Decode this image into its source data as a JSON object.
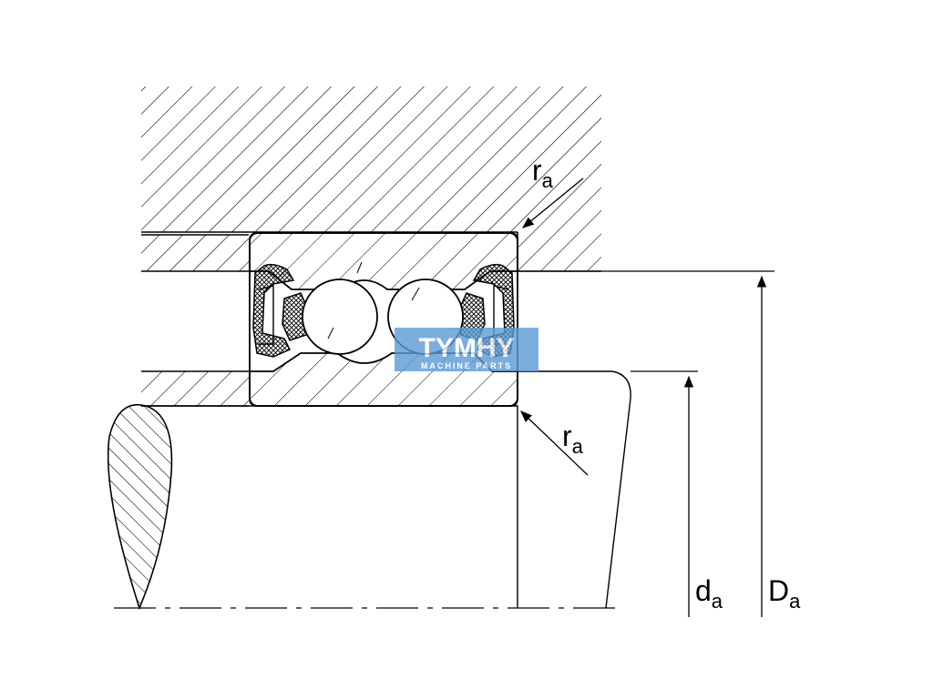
{
  "labels": {
    "ra_top": {
      "base": "r",
      "sub": "a"
    },
    "ra_bottom": {
      "base": "r",
      "sub": "a"
    },
    "da": {
      "base": "d",
      "sub": "a"
    },
    "Da": {
      "base": "D",
      "sub": "a"
    }
  },
  "watermark": {
    "main": "TYMHY",
    "sub": "MACHINE PARTS",
    "color": "#5b9bd5"
  },
  "colors": {
    "line": "#000000",
    "background": "#ffffff"
  }
}
